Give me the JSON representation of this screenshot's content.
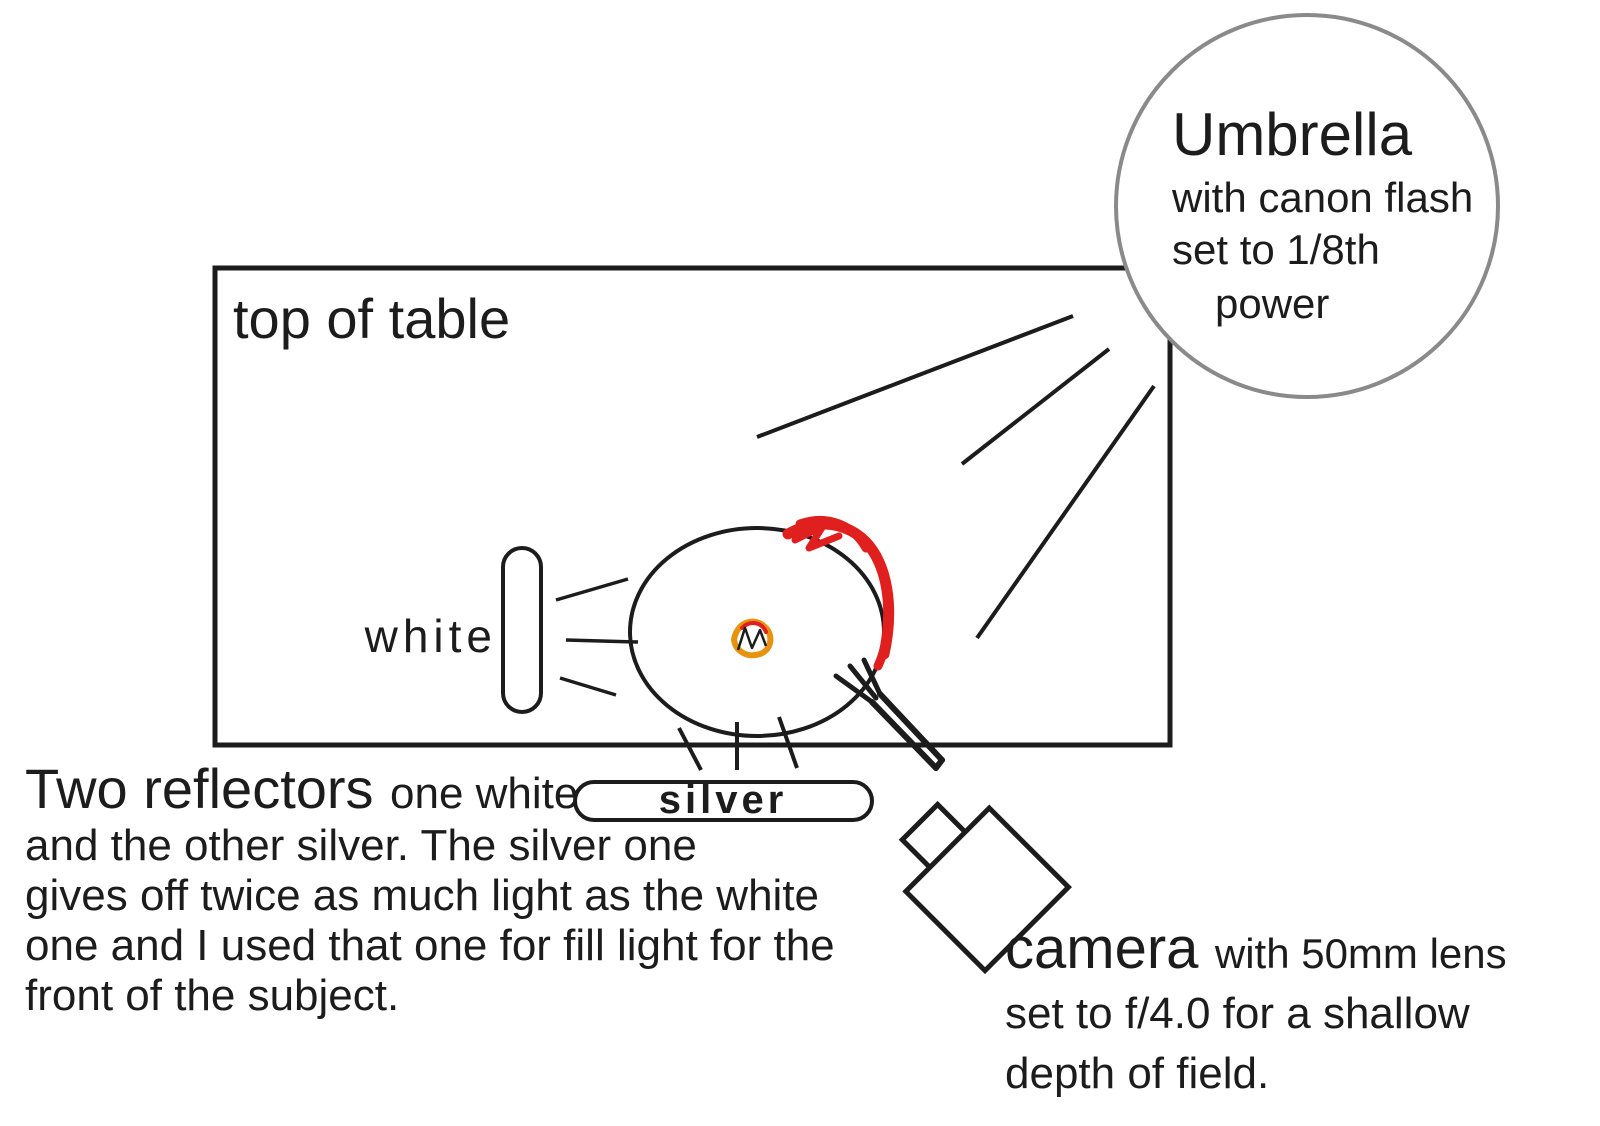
{
  "diagram": {
    "table_label": "top of table",
    "umbrella": {
      "title": "Umbrella",
      "line1": "with canon flash",
      "line2": "set to 1/8th",
      "line3": "power"
    },
    "white_reflector_label": "white",
    "silver_reflector_label": "silver",
    "reflectors_note": {
      "heading": "Two reflectors",
      "heading_rest": "one white",
      "line2": "and the other silver.  The silver one",
      "line3": "gives off twice as much light as the white",
      "line4": "one and I used that one for fill light for the",
      "line5": "front of the subject."
    },
    "camera_note": {
      "heading": "camera",
      "heading_rest": "with 50mm lens",
      "line2": "set to f/4.0 for a shallow",
      "line3": "depth of field."
    }
  },
  "colors": {
    "ink": "#1c1c1c",
    "red": "#e01f1f",
    "orange": "#e8930f",
    "circle_gray": "#8a8a8a",
    "background": "#ffffff"
  }
}
